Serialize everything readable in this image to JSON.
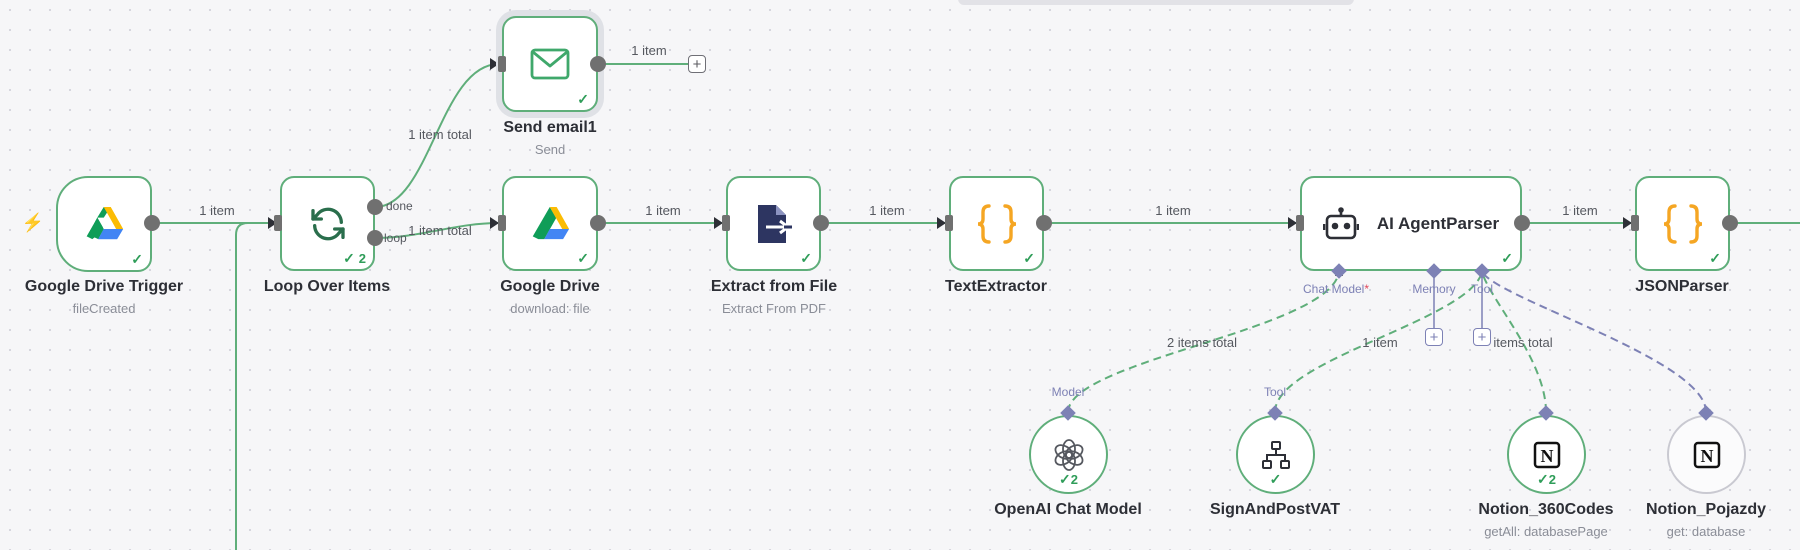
{
  "nodes": {
    "gdrive_trigger": {
      "label": "Google Drive Trigger",
      "subtitle": "fileCreated"
    },
    "loop": {
      "label": "Loop Over Items",
      "badge": "2",
      "done_label": "done",
      "loop_label": "loop"
    },
    "send_email": {
      "label": "Send email1",
      "subtitle": "Send"
    },
    "gdrive": {
      "label": "Google Drive",
      "subtitle": "download: file"
    },
    "extract": {
      "label": "Extract from File",
      "subtitle": "Extract From PDF"
    },
    "text_extractor": {
      "label": "TextExtractor"
    },
    "ai_agent": {
      "label": "AI AgentParser",
      "handle_chat_model": "Chat Model",
      "handle_required": "*",
      "handle_memory": "Memory",
      "handle_tool": "Tool"
    },
    "json_parser": {
      "label": "JSONParser"
    },
    "openai": {
      "label": "OpenAI Chat Model",
      "handle": "Model",
      "badge": "2"
    },
    "sign": {
      "label": "SignAndPostVAT",
      "handle": "Tool"
    },
    "notion_360": {
      "label": "Notion_360Codes",
      "subtitle": "getAll: databasePage",
      "badge": "2"
    },
    "notion_pojazdy": {
      "label": "Notion_Pojazdy",
      "subtitle": "get: database"
    }
  },
  "edges": {
    "trigger_loop": "1 item",
    "loop_done_email": "1 item total",
    "email_out": "1 item",
    "loop_gdrive": "1 item total",
    "gdrive_extract": "1 item",
    "extract_text": "1 item",
    "text_agent": "1 item",
    "agent_json": "1 item",
    "model_agent": "2 items total",
    "sign_agent": "1 item",
    "notion_agent": "items total"
  },
  "icons": {
    "trigger_bolt": "lightning-icon",
    "gdrive": "google-drive-icon",
    "loop": "refresh-icon",
    "email": "mail-icon",
    "extract": "file-extract-icon",
    "code": "curly-braces-icon",
    "agent": "robot-icon",
    "openai": "openai-icon",
    "sign": "sitemap-icon",
    "notion": "notion-icon",
    "plus": "plus-icon"
  },
  "colors": {
    "node_border": "#5fae7a",
    "success": "#2f9d59",
    "edge": "#5fae7a",
    "ai_handle": "#7d81b5",
    "braces": "#f5a623",
    "trigger_bolt": "#f06a55"
  }
}
